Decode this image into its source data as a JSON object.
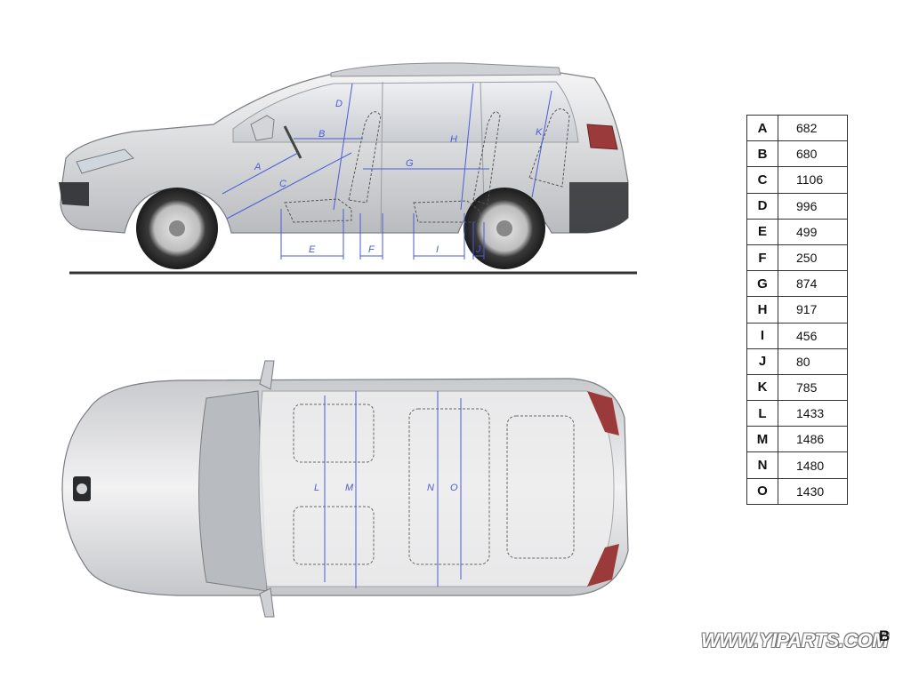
{
  "side_view": {
    "labels": {
      "A": "A",
      "B": "B",
      "C": "C",
      "D": "D",
      "E": "E",
      "F": "F",
      "G": "G",
      "H": "H",
      "I": "I",
      "J": "J",
      "K": "K"
    }
  },
  "top_view": {
    "labels": {
      "L": "L",
      "M": "M",
      "N": "N",
      "O": "O"
    }
  },
  "dimension_table": [
    {
      "key": "A",
      "value": "682"
    },
    {
      "key": "B",
      "value": "680"
    },
    {
      "key": "C",
      "value": "1106"
    },
    {
      "key": "D",
      "value": "996"
    },
    {
      "key": "E",
      "value": "499"
    },
    {
      "key": "F",
      "value": "250"
    },
    {
      "key": "G",
      "value": "874"
    },
    {
      "key": "H",
      "value": "917"
    },
    {
      "key": "I",
      "value": "456"
    },
    {
      "key": "J",
      "value": "80"
    },
    {
      "key": "K",
      "value": "785"
    },
    {
      "key": "L",
      "value": "1433"
    },
    {
      "key": "M",
      "value": "1486"
    },
    {
      "key": "N",
      "value": "1480"
    },
    {
      "key": "O",
      "value": "1430"
    }
  ],
  "watermark": "WWW.YIPARTS.COM",
  "corner_mark": "B",
  "colors": {
    "dimension_line": "#4a5bd8",
    "body": "#d9dadc",
    "outline": "#7a7d82",
    "ground": "#333333"
  }
}
